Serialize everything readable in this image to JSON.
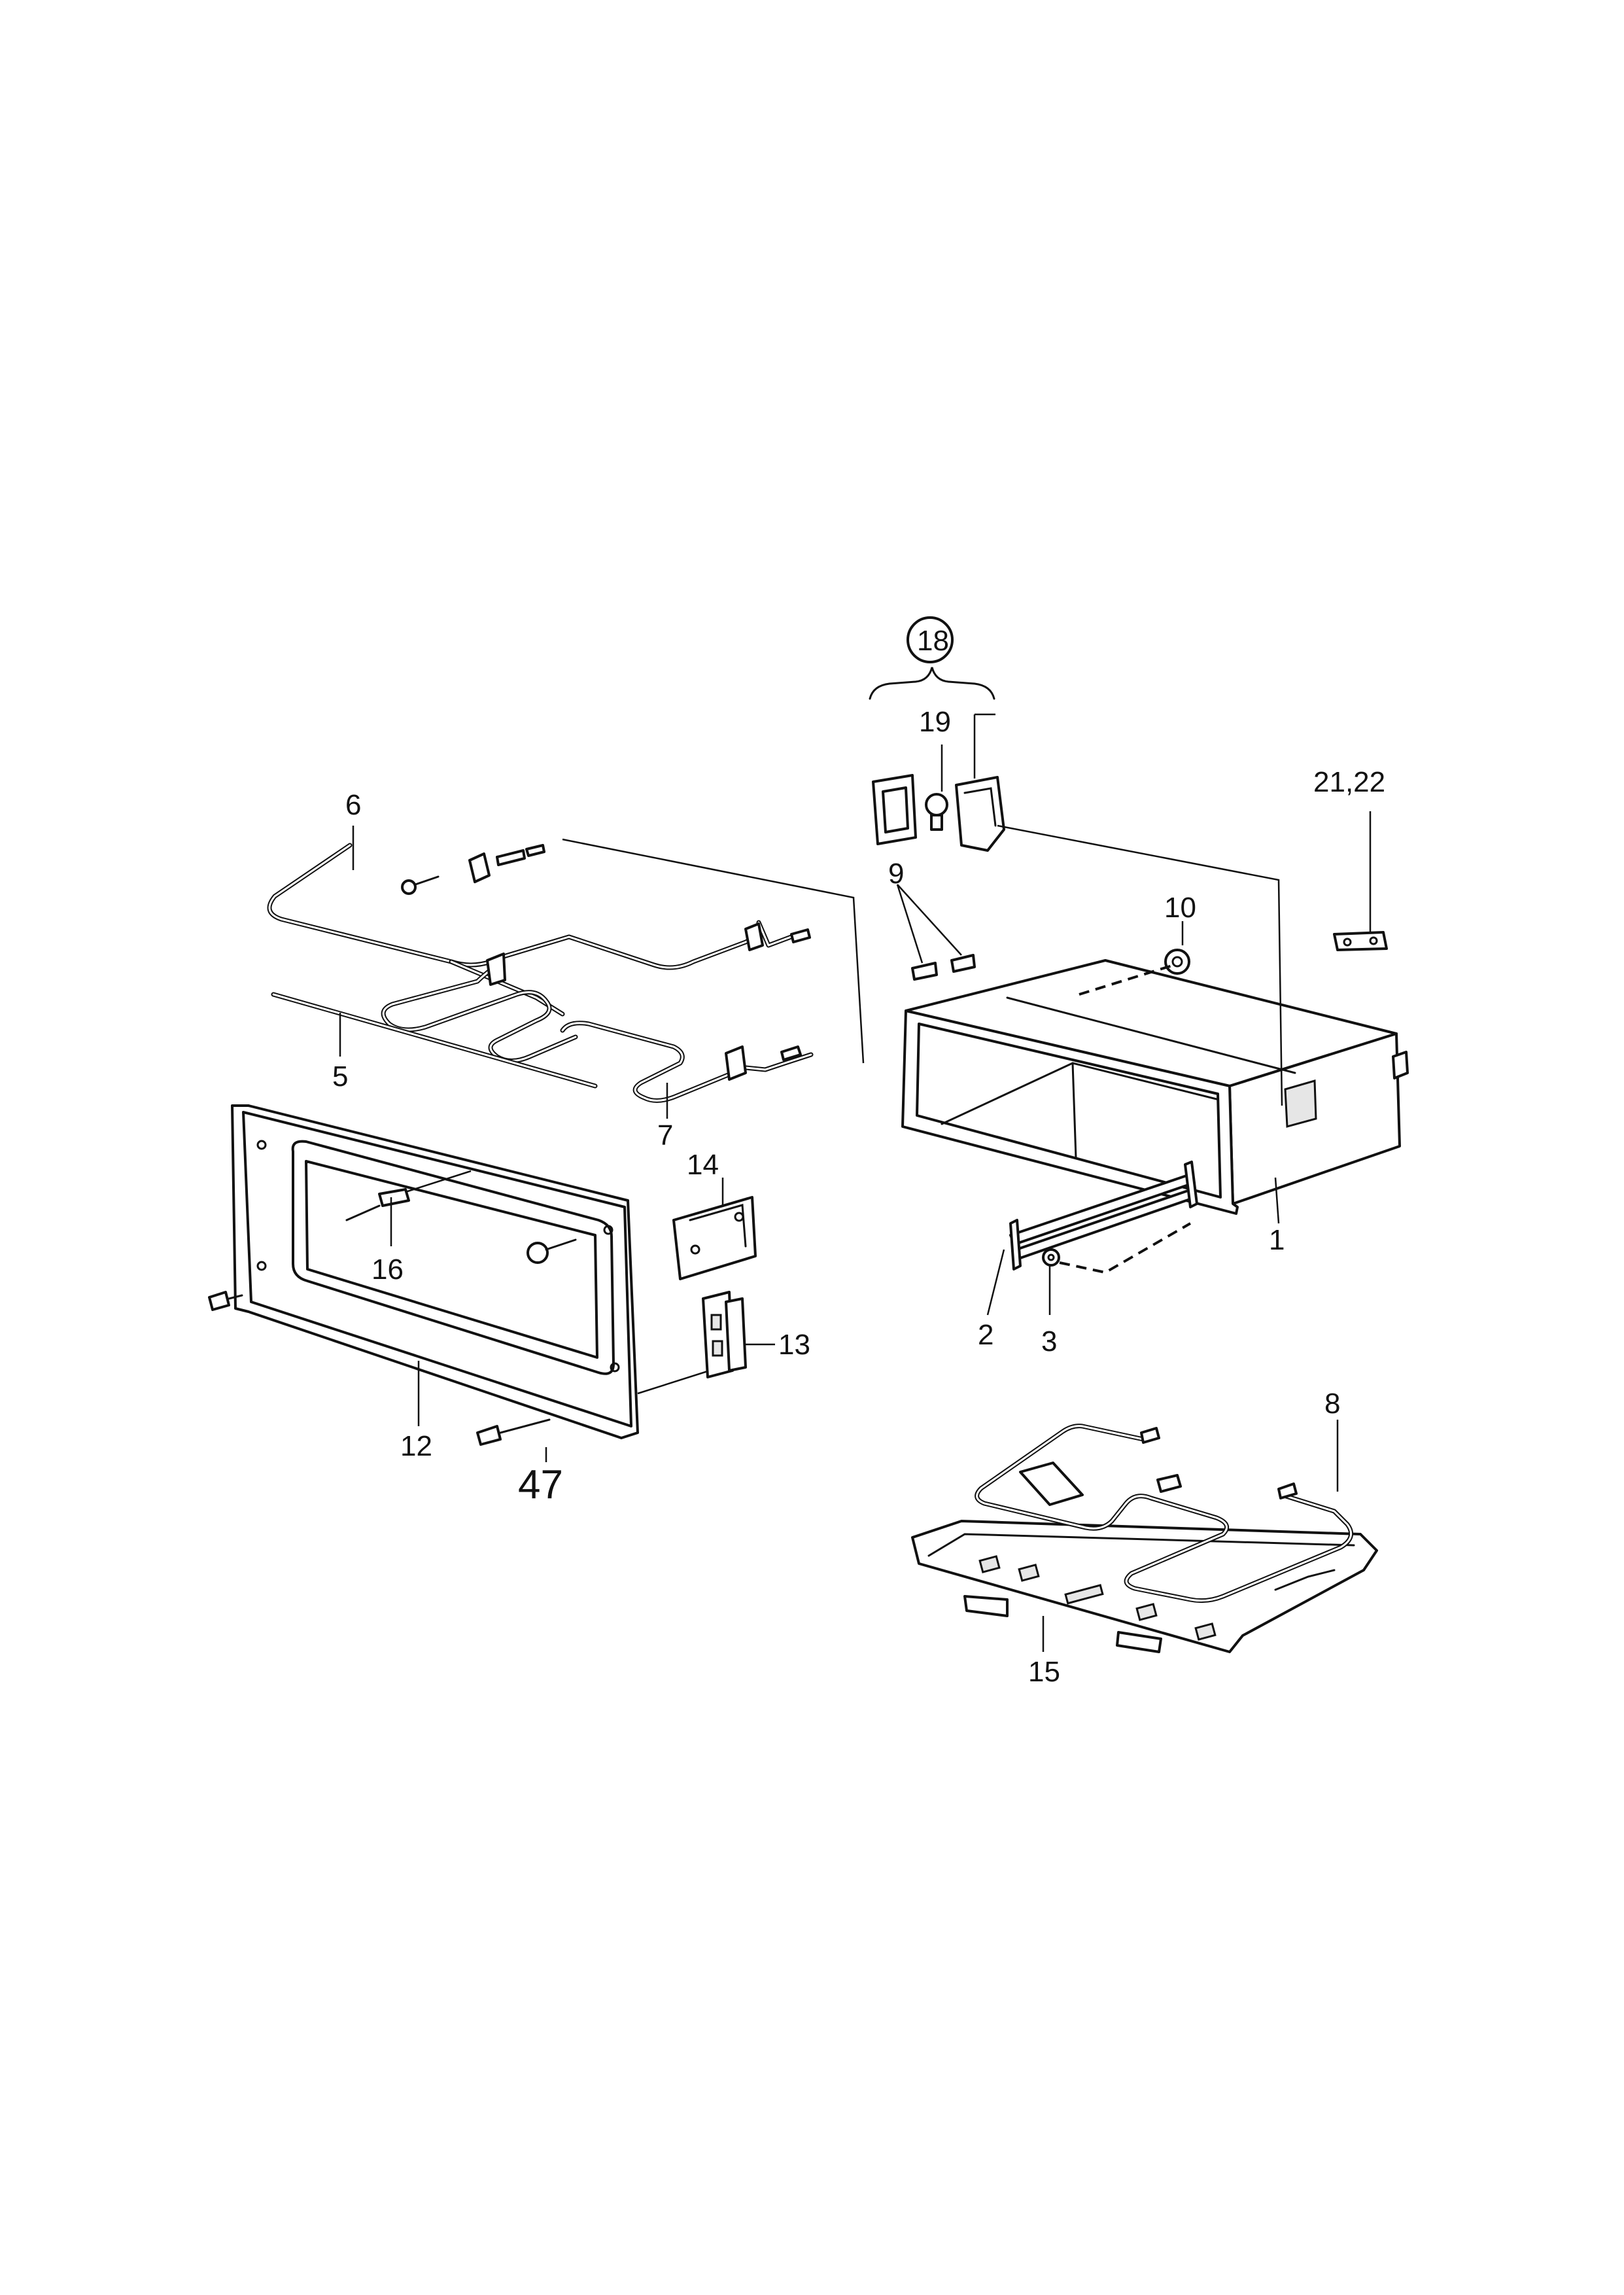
{
  "labels": {
    "p1": "1",
    "p2": "2",
    "p3": "3",
    "p5": "5",
    "p6": "6",
    "p7": "7",
    "p8": "8",
    "p9": "9",
    "p10": "10",
    "p12": "12",
    "p13": "13",
    "p14": "14",
    "p15": "15",
    "p16": "16",
    "p18": "18",
    "p19": "19",
    "p21_22": "21,22",
    "p47": "47"
  }
}
